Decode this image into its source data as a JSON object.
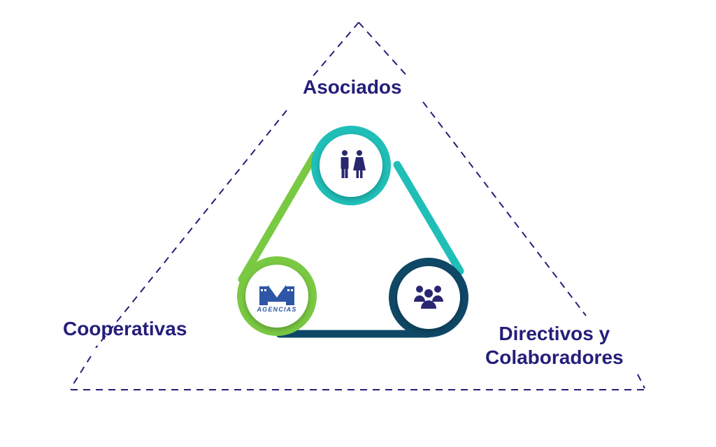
{
  "labels": {
    "top": "Asociados",
    "left": "Cooperativas",
    "right_line1": "Directivos y",
    "right_line2": "Colaboradores"
  },
  "logo_text": "AGENCIAS",
  "icons": {
    "top": "man-woman-icon",
    "left": "agencias-logo",
    "right": "group-people-icon"
  },
  "colors": {
    "text": "#241e7a",
    "dashed_outline": "#241e7a",
    "teal": "#1fbfb8",
    "green": "#7ac943",
    "navy": "#0f4866",
    "icon": "#2a2770",
    "logo_blue": "#2d56a6"
  }
}
